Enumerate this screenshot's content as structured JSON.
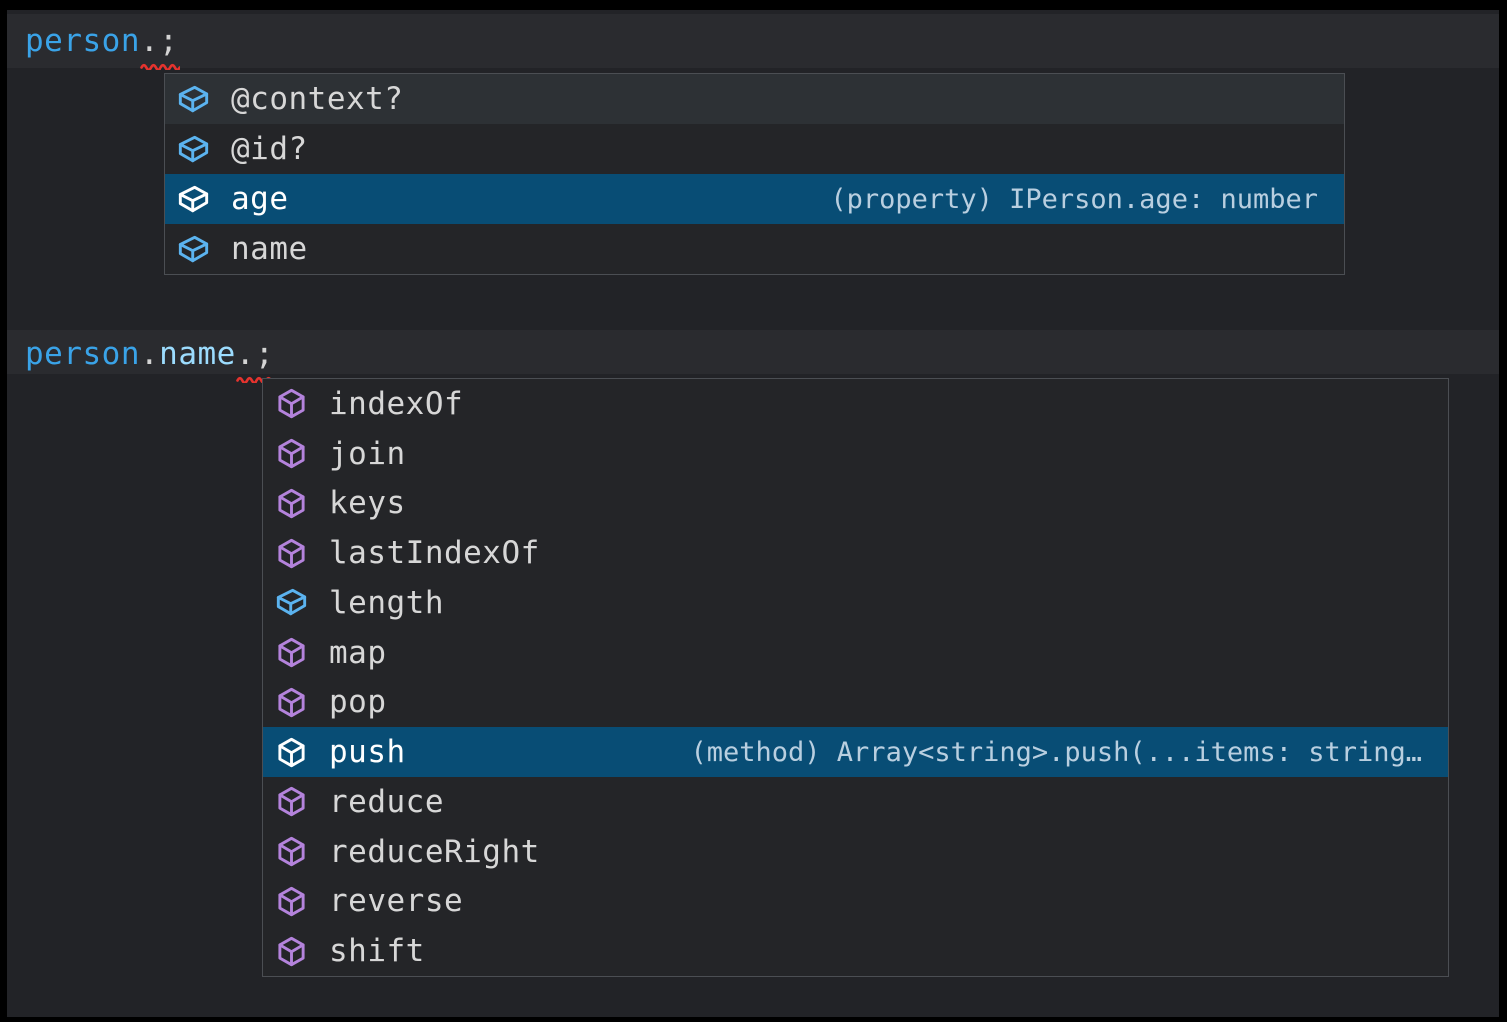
{
  "editor": {
    "code_lines": [
      {
        "name": "code-line-1",
        "tokens": [
          {
            "text": "person",
            "color": "#3aa3e8",
            "squiggle": false
          },
          {
            "text": ".",
            "color": "#d4d4d4",
            "squiggle": true
          },
          {
            "text": ";",
            "color": "#d4d4d4",
            "squiggle": true
          }
        ]
      },
      {
        "name": "code-line-2",
        "tokens": [
          {
            "text": "person",
            "color": "#3aa3e8",
            "squiggle": false
          },
          {
            "text": ".",
            "color": "#d4d4d4",
            "squiggle": false
          },
          {
            "text": "name",
            "color": "#9cdcfe",
            "squiggle": false
          },
          {
            "text": ".",
            "color": "#d4d4d4",
            "squiggle": true
          },
          {
            "text": ";",
            "color": "#d4d4d4",
            "squiggle": true
          }
        ]
      }
    ]
  },
  "suggest_popup_1": {
    "items": [
      {
        "label": "@context?",
        "kind": "field",
        "highlighted": true
      },
      {
        "label": "@id?",
        "kind": "field"
      },
      {
        "label": "age",
        "kind": "field",
        "selected": true,
        "detail": "(property) IPerson.age: number"
      },
      {
        "label": "name",
        "kind": "field"
      }
    ]
  },
  "suggest_popup_2": {
    "items": [
      {
        "label": "indexOf",
        "kind": "method"
      },
      {
        "label": "join",
        "kind": "method"
      },
      {
        "label": "keys",
        "kind": "method"
      },
      {
        "label": "lastIndexOf",
        "kind": "method"
      },
      {
        "label": "length",
        "kind": "field"
      },
      {
        "label": "map",
        "kind": "method"
      },
      {
        "label": "pop",
        "kind": "method"
      },
      {
        "label": "push",
        "kind": "method",
        "selected": true,
        "detail": "(method) Array<string>.push(...items: string…"
      },
      {
        "label": "reduce",
        "kind": "method"
      },
      {
        "label": "reduceRight",
        "kind": "method"
      },
      {
        "label": "reverse",
        "kind": "method"
      },
      {
        "label": "shift",
        "kind": "method"
      }
    ]
  },
  "colors": {
    "editor_background": "#222327",
    "frame": "#000000",
    "popup_background": "#242528",
    "popup_border": "#4b4e53",
    "selected_row_background": "#084d75",
    "highlighted_row_background": "#2d3135",
    "label_text": "#d7d7d7",
    "selected_label_text": "#ffffff",
    "detail_text": "#b9cfe0",
    "field_icon": "#5bb3ef",
    "method_icon": "#b483dc",
    "squiggle": "#e5332e",
    "variable_token": "#3aa3e8",
    "property_token": "#9cdcfe",
    "punctuation_token": "#d4d4d4"
  }
}
